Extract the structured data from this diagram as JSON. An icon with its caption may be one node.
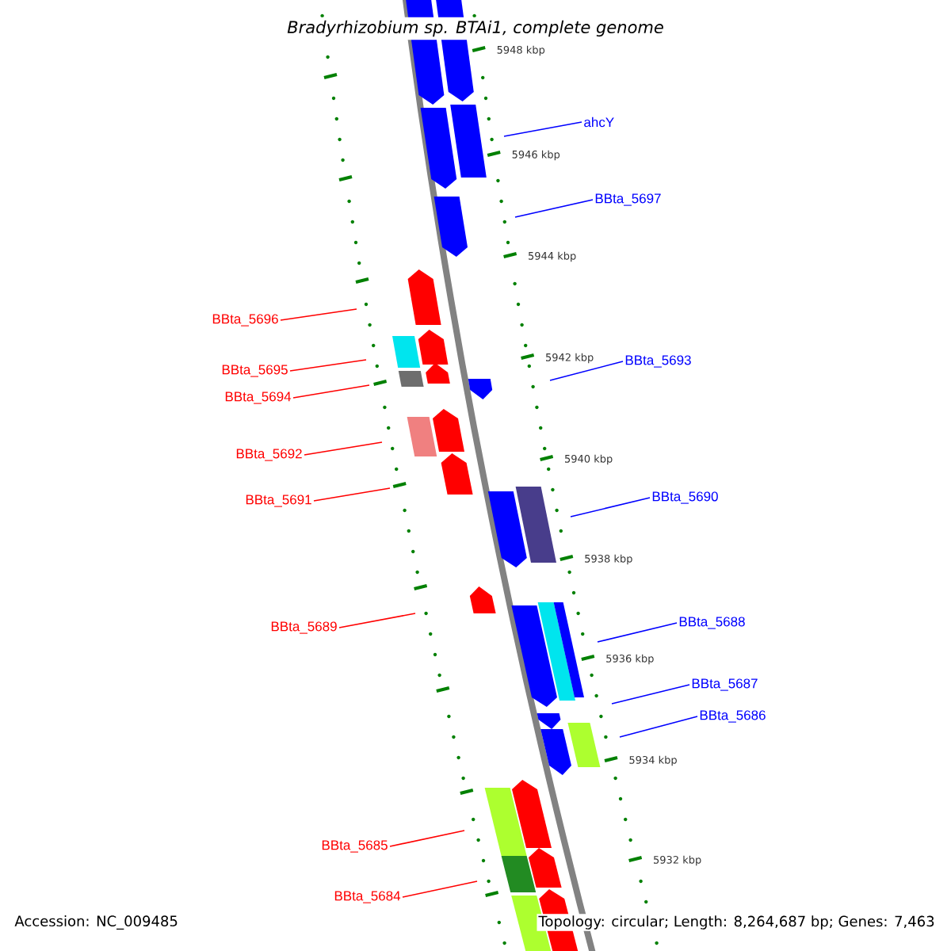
{
  "diagram": {
    "title": "Bradyrhizobium sp. BTAi1, complete genome",
    "nodes": [
      {
        "text": [
          "ahcY"
        ]
      },
      {
        "text": [
          "BBta_5697"
        ]
      },
      {
        "text": [
          "BBta_5696"
        ]
      },
      {
        "text": [
          "BBta_5693"
        ]
      },
      {
        "text": [
          "BBta_5695"
        ]
      },
      {
        "text": [
          "BBta_5694"
        ]
      },
      {
        "text": [
          "BBta_5692"
        ]
      },
      {
        "text": [
          "BBta_5690"
        ]
      },
      {
        "text": [
          "BBta_5691"
        ]
      },
      {
        "text": [
          "BBta_5688"
        ]
      },
      {
        "text": [
          "BBta_5689"
        ]
      },
      {
        "text": [
          "BBta_5687"
        ]
      },
      {
        "text": [
          "BBta_5686"
        ]
      },
      {
        "text": [
          "BBta_5685"
        ]
      },
      {
        "text": [
          "BBta_5684"
        ]
      }
    ],
    "edges": [
      {
        "from": 0,
        "to": null,
        "arrow": "none",
        "color": "#0000ff"
      },
      {
        "from": 1,
        "to": null,
        "arrow": "none",
        "color": "#0000ff"
      },
      {
        "from": 2,
        "to": null,
        "arrow": "none",
        "color": "#ff0000"
      },
      {
        "from": 3,
        "to": null,
        "arrow": "none",
        "color": "#0000ff"
      },
      {
        "from": 4,
        "to": null,
        "arrow": "none",
        "color": "#ff0000"
      },
      {
        "from": 5,
        "to": null,
        "arrow": "none",
        "color": "#ff0000"
      },
      {
        "from": 6,
        "to": null,
        "arrow": "none",
        "color": "#ff0000"
      },
      {
        "from": 7,
        "to": null,
        "arrow": "none",
        "color": "#0000ff"
      },
      {
        "from": 8,
        "to": null,
        "arrow": "none",
        "color": "#ff0000"
      },
      {
        "from": 9,
        "to": null,
        "arrow": "none",
        "color": "#0000ff"
      },
      {
        "from": 10,
        "to": null,
        "arrow": "none",
        "color": "#ff0000"
      },
      {
        "from": 11,
        "to": null,
        "arrow": "none",
        "color": "#0000ff"
      },
      {
        "from": 12,
        "to": null,
        "arrow": "none",
        "color": "#0000ff"
      },
      {
        "from": 13,
        "to": null,
        "arrow": "none",
        "color": "#ff0000"
      },
      {
        "from": 14,
        "to": null,
        "arrow": "none",
        "color": "#ff0000"
      }
    ],
    "labels": [
      "5948 kbp",
      "5946 kbp",
      "5944 kbp",
      "5942 kbp",
      "5940 kbp",
      "5938 kbp",
      "5936 kbp",
      "5934 kbp",
      "5932 kbp",
      "Accession: NC_009485",
      "Topology: circular; Length: 8,264,687 bp; Genes: 7,463"
    ]
  }
}
